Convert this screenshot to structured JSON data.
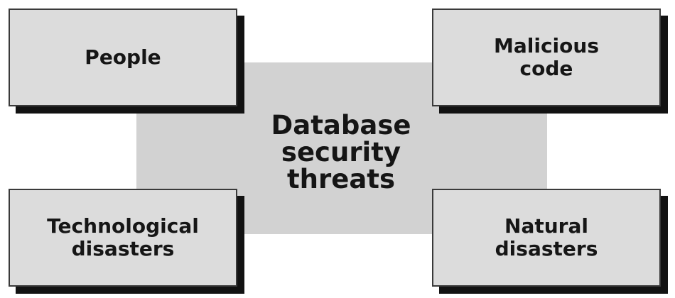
{
  "diagram": {
    "center": {
      "lines": [
        "Database",
        "security",
        "threats"
      ]
    },
    "boxes": {
      "people": {
        "lines": [
          "People"
        ]
      },
      "malicious_code": {
        "lines": [
          "Malicious",
          "code"
        ]
      },
      "technological_disasters": {
        "lines": [
          "Technological",
          "disasters"
        ]
      },
      "natural_disasters": {
        "lines": [
          "Natural",
          "disasters"
        ]
      }
    },
    "colors": {
      "box_fill": "#dcdcdc",
      "box_shadow": "#121212",
      "center_fill": "#d2d2d2",
      "text": "#161616"
    }
  }
}
